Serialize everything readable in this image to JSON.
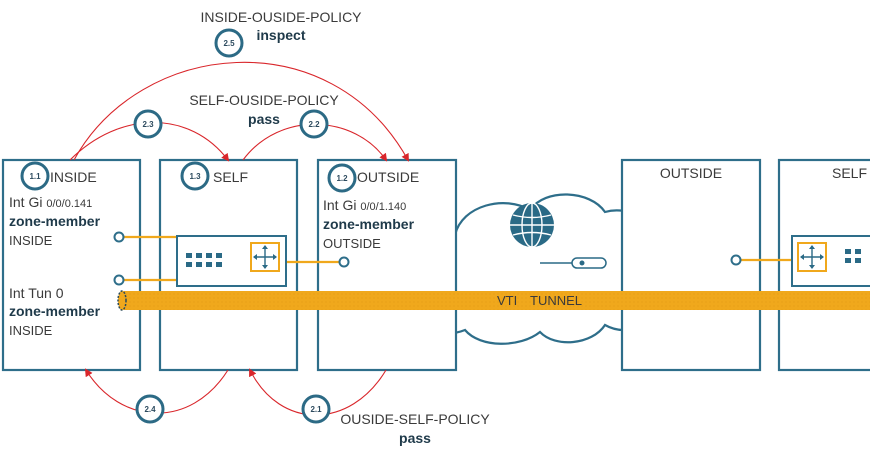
{
  "policies": {
    "p25": {
      "name": "INSIDE-OUSIDE-POLICY",
      "action": "inspect",
      "step": "2.5"
    },
    "p22": {
      "name": "SELF-OUSIDE-POLICY",
      "action": "pass",
      "step": "2.2"
    },
    "p21": {
      "name": "OUSIDE-SELF-POLICY",
      "action": "pass",
      "step": "2.1"
    },
    "s23": {
      "step": "2.3"
    },
    "s24": {
      "step": "2.4"
    }
  },
  "zones": {
    "inside": {
      "step": "1.1",
      "title": "INSIDE",
      "if1_prefix": "Int Gi ",
      "if1_id": "0/0/0.141",
      "member": "zone-member",
      "if1_zone": "INSIDE",
      "if2": "Int Tun 0",
      "member2": "zone-member",
      "if2_zone": "INSIDE"
    },
    "self": {
      "step": "1.3",
      "title": "SELF"
    },
    "outside": {
      "step": "1.2",
      "title": "OUTSIDE",
      "if_prefix": "Int Gi ",
      "if_id": "0/0/1.140",
      "member": "zone-member",
      "if_zone": "OUTSIDE"
    },
    "remote_outside": {
      "title": "OUTSIDE"
    },
    "remote_self": {
      "title": "SELF"
    }
  },
  "tunnel": {
    "label1": "VTI",
    "label2": "TUNNEL"
  },
  "colors": {
    "zone_border": "#2e6e8a",
    "tunnel": "#f0a81c",
    "arrow": "#d9262b",
    "badge": "#2c6a85"
  }
}
